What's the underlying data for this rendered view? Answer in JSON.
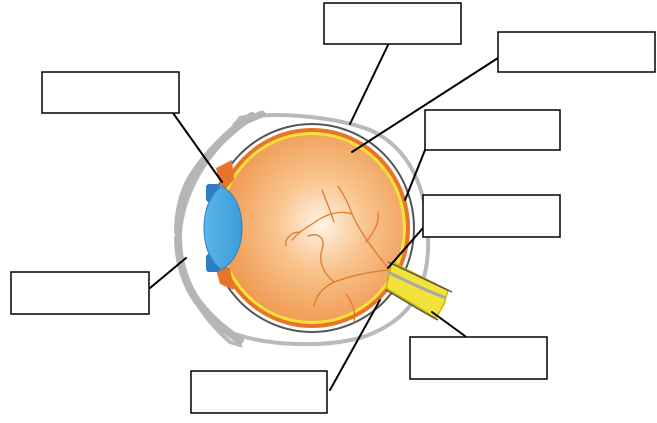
{
  "diagram": {
    "subject": "",
    "labels": [
      {
        "id": "top-center",
        "text": ""
      },
      {
        "id": "top-right",
        "text": ""
      },
      {
        "id": "top-left",
        "text": ""
      },
      {
        "id": "mid-right-1",
        "text": ""
      },
      {
        "id": "mid-right-2",
        "text": ""
      },
      {
        "id": "left-bottom",
        "text": ""
      },
      {
        "id": "bottom-right",
        "text": ""
      },
      {
        "id": "bottom-center",
        "text": ""
      }
    ],
    "colors": {
      "eyeball_fill": "#f4a462",
      "eyeball_highlight": "#fff2e3",
      "sclera_outline": "#d0d0d0",
      "choroid": "#e8742a",
      "retina": "#f2e23a",
      "cornea_lens": "#4aa8e0",
      "iris": "#2c7fc0",
      "blood_vessel": "#e07a28",
      "optic_nerve": "#f2e23a"
    }
  }
}
